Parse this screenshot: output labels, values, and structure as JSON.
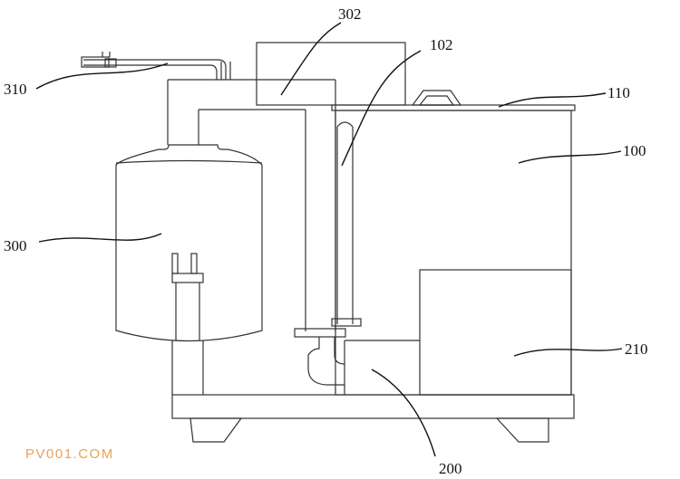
{
  "labels": {
    "l310": "310",
    "l302": "302",
    "l102": "102",
    "l110": "110",
    "l100": "100",
    "l300": "300",
    "l210": "210",
    "l200": "200"
  },
  "watermark": "PV001.COM",
  "colors": {
    "line": "#333333",
    "watermark": "#e8a25a",
    "background": "#ffffff"
  }
}
